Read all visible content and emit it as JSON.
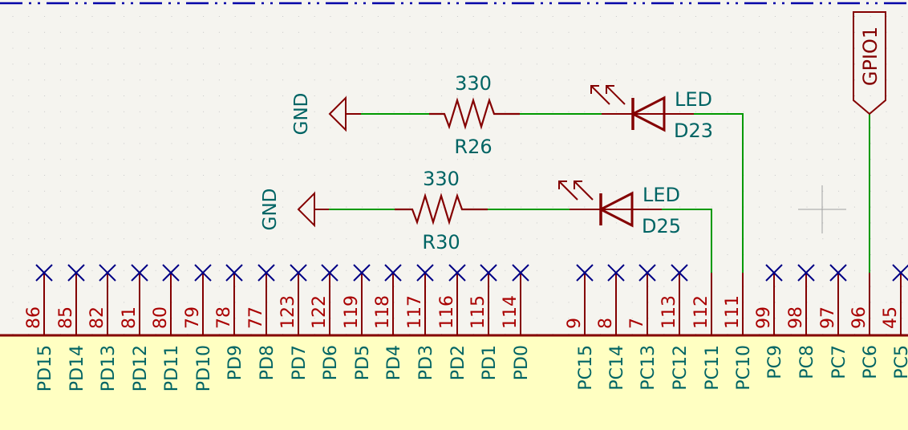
{
  "colors": {
    "background": "#f5f4ef",
    "grid": "#c8c8c8",
    "wire": "#009900",
    "component": "#840000",
    "field_text": "#006464",
    "pin_number": "#a90000",
    "no_connect": "#000084",
    "sheet_border": "#0000a8",
    "ic_body": "#ffffc2",
    "cursor": "#a0a0a0"
  },
  "power_symbols": [
    {
      "id": "gnd-1",
      "label": "GND"
    },
    {
      "id": "gnd-2",
      "label": "GND"
    }
  ],
  "resistors": [
    {
      "ref": "R26",
      "value": "330"
    },
    {
      "ref": "R30",
      "value": "330"
    }
  ],
  "leds": [
    {
      "ref": "D23",
      "value": "LED"
    },
    {
      "ref": "D25",
      "value": "LED"
    }
  ],
  "global_label": {
    "text": "GPIO1",
    "display": "GPIO1"
  },
  "ic_pins": [
    {
      "name": "PD15",
      "number": "86",
      "no_connect": true
    },
    {
      "name": "PD14",
      "number": "85",
      "no_connect": true
    },
    {
      "name": "PD13",
      "number": "82",
      "no_connect": true
    },
    {
      "name": "PD12",
      "number": "81",
      "no_connect": true
    },
    {
      "name": "PD11",
      "number": "80",
      "no_connect": true
    },
    {
      "name": "PD10",
      "number": "79",
      "no_connect": true
    },
    {
      "name": "PD9",
      "number": "78",
      "no_connect": true
    },
    {
      "name": "PD8",
      "number": "77",
      "no_connect": true
    },
    {
      "name": "PD7",
      "number": "123",
      "no_connect": true
    },
    {
      "name": "PD6",
      "number": "122",
      "no_connect": true
    },
    {
      "name": "PD5",
      "number": "119",
      "no_connect": true
    },
    {
      "name": "PD4",
      "number": "118",
      "no_connect": true
    },
    {
      "name": "PD3",
      "number": "117",
      "no_connect": true
    },
    {
      "name": "PD2",
      "number": "116",
      "no_connect": true
    },
    {
      "name": "PD1",
      "number": "115",
      "no_connect": true
    },
    {
      "name": "PD0",
      "number": "114",
      "no_connect": true
    },
    {
      "name": "PC15",
      "number": "9",
      "no_connect": true
    },
    {
      "name": "PC14",
      "number": "8",
      "no_connect": true
    },
    {
      "name": "PC13",
      "number": "7",
      "no_connect": true
    },
    {
      "name": "PC12",
      "number": "113",
      "no_connect": true
    },
    {
      "name": "PC11",
      "number": "112",
      "no_connect": false
    },
    {
      "name": "PC10",
      "number": "111",
      "no_connect": false
    },
    {
      "name": "PC9",
      "number": "99",
      "no_connect": true
    },
    {
      "name": "PC8",
      "number": "98",
      "no_connect": true
    },
    {
      "name": "PC7",
      "number": "97",
      "no_connect": true
    },
    {
      "name": "PC6",
      "number": "96",
      "no_connect": false
    },
    {
      "name": "PC5",
      "number": "45",
      "no_connect": true
    }
  ]
}
